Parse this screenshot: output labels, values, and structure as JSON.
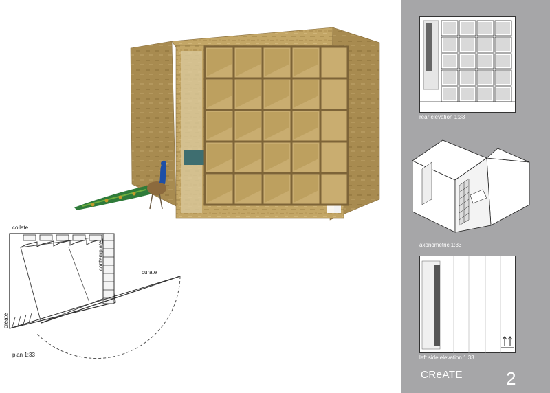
{
  "plan": {
    "title": "plan 1:33",
    "labels": {
      "collate": "collate",
      "contemplate": "contemplate",
      "curate": "curate",
      "create": "create"
    }
  },
  "sidebar": {
    "rear_elevation": "rear elevation 1:33",
    "axonometric": "axonometric 1:33",
    "left_side_elevation": "left side elevation 1:33",
    "sheet_title": "CReATE",
    "page_number": "2"
  },
  "colors": {
    "sidebar": "#a6a6a8",
    "osb_wood": "#c3a666",
    "cushion_teal": "#3e6e70",
    "cushion_orange": "#e0752e"
  }
}
